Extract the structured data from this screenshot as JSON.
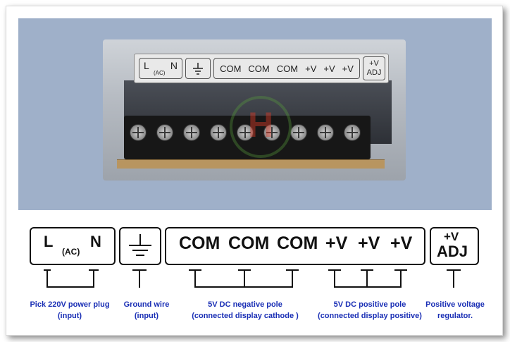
{
  "photo": {
    "label_strip": {
      "l": "L",
      "ac": "(AC)",
      "n": "N",
      "terminals": [
        "COM",
        "COM",
        "COM",
        "+V",
        "+V",
        "+V"
      ],
      "adj_top": "+V",
      "adj_bottom": "ADJ"
    }
  },
  "diagram": {
    "power": {
      "l": "L",
      "ac": "(AC)",
      "n": "N"
    },
    "dc_terminals": [
      "COM",
      "COM",
      "COM",
      "+V",
      "+V",
      "+V"
    ],
    "adj": {
      "top": "+V",
      "bottom": "ADJ"
    }
  },
  "captions": {
    "power_line1": "Pick 220V power plug",
    "power_line2": "(input)",
    "ground_line1": "Ground wire",
    "ground_line2": "(input)",
    "neg_line1": "5V DC negative pole",
    "neg_line2": "(connected display cathode )",
    "pos_line1": "5V DC positive pole",
    "pos_line2": "(connected display positive)",
    "adj_line1": "Positive voltage",
    "adj_line2": "regulator."
  },
  "colors": {
    "caption": "#1a2fb5",
    "photo_bg": "#9fb0c9"
  }
}
